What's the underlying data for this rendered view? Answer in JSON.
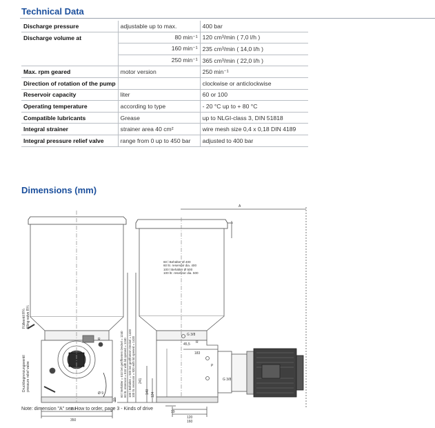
{
  "technical_title": "Technical Data",
  "rows": [
    {
      "label": "Discharge pressure",
      "desc": "adjustable up to max.",
      "value": "400 bar"
    },
    {
      "label": "Discharge volume at",
      "desc": "80 min⁻¹",
      "value": "120 cm³/min ( 7,0 l/h )"
    },
    {
      "label": "",
      "desc": "160 min⁻¹",
      "value": "235 cm³/min ( 14,0 l/h )"
    },
    {
      "label": "",
      "desc": "250 min⁻¹",
      "value": "365 cm³/min ( 22,0 l/h )"
    },
    {
      "label": "Max. rpm geared",
      "desc": "motor version",
      "value": "250 min⁻¹"
    },
    {
      "label": "Direction of rotation of the pump",
      "desc": "",
      "value": "clockwise or anticlockwise"
    },
    {
      "label": "Reservoir capacity",
      "desc": "liter",
      "value": "60 or 100"
    },
    {
      "label": "Operating temperature",
      "desc": "according to type",
      "value": "- 20 °C up to + 80 °C"
    },
    {
      "label": "Compatible lubricants",
      "desc": "Grease",
      "value": "up to NLGI-class 3, DIN 51818"
    },
    {
      "label": "Integral strainer",
      "desc": "strainer area 40 cm²",
      "value": "wire mesh size 0,4 x 0,18 DIN 4189"
    },
    {
      "label": "Integral pressure relief valve",
      "desc": "range from 0 up to 450 bar",
      "value": "adjusted to 400 bar"
    }
  ],
  "dimensions_title": "Dimensions (mm)",
  "drawing": {
    "fill_label": "Füllventil R¼",
    "fill_label_en": "filling valve R¼",
    "relief_label": "Druckbegrenzungsventil",
    "relief_label_en": "pressure relief valve",
    "height_label_1": "60 l Behälter = 610 bei geöffnetem Deckel = 1240",
    "height_label_2": "60 ltr. reservoir = 610 with lid opened = 1240",
    "height_label_3": "100 l Behälter = 920 bei geöffnetem Deckel = 1420",
    "height_label_4": "100 ltr. reservoir = 920 with lid opened = 1420",
    "reservoir_label_1": "60 l Behälter Ø 400",
    "reservoir_label_2": "60 ltr. reservoir dia. 400",
    "reservoir_label_3": "100 l Behälter Ø 500",
    "reservoir_label_4": "100 ltr. reservoir dia. 500",
    "dim_310": "310",
    "dim_350": "350",
    "dim_19": "19",
    "dim_120": "120",
    "dim_160": "160",
    "dim_183": "183",
    "dim_241": "241",
    "dim_140": "140",
    "dim_124": "124",
    "dim_10": "10",
    "dim_9": "Ø 9",
    "dim_A": "A",
    "dim_45": "45,5",
    "dim_g38a": "G 3/8",
    "dim_g38b": "G 3/8",
    "dim_R": "R",
    "dim_P": "P",
    "dim_R2": "R"
  },
  "note": "Note: dimension \"A\" see How to order, page 3 - Kinds of drive"
}
